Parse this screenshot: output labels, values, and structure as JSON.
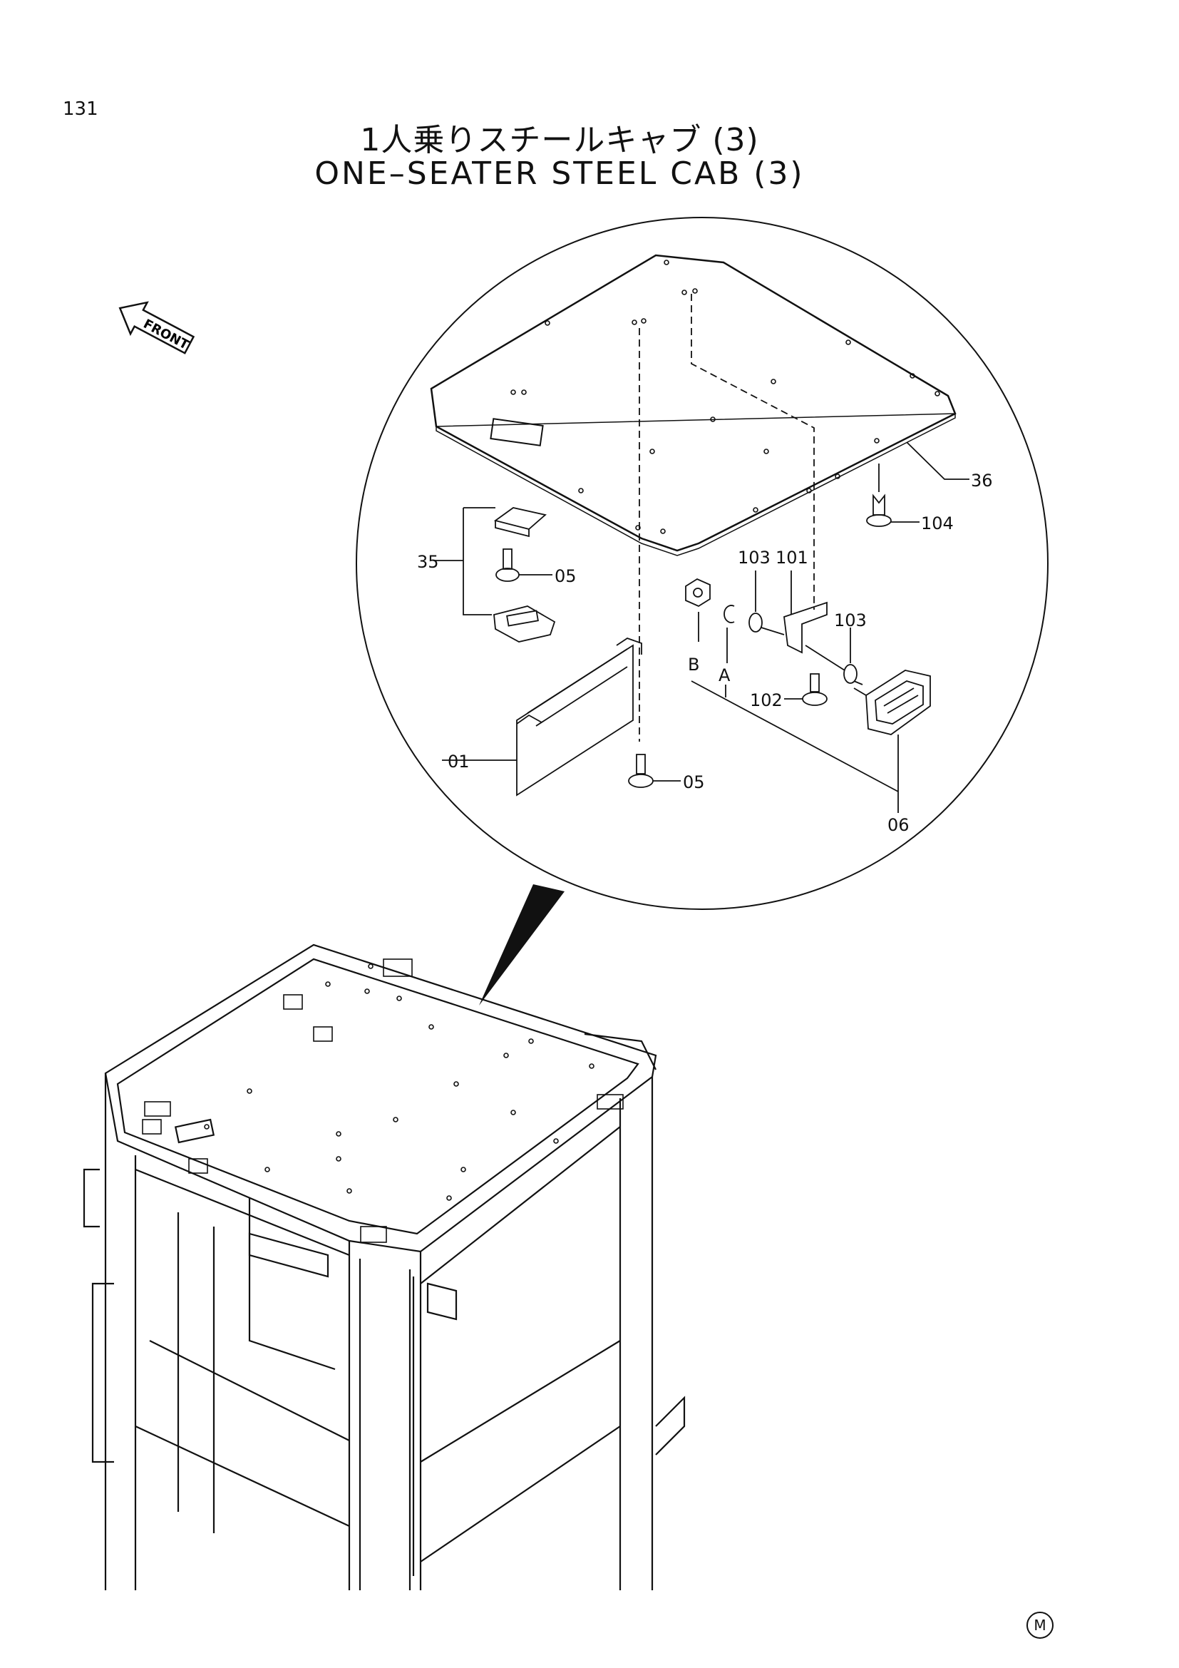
{
  "page_number": "131",
  "title_jp": "1人乗りスチールキャブ (3)",
  "title_en": "ONE–SEATER  STEEL  CAB  (3)",
  "front_label": "FRONT",
  "mark": "M",
  "callouts": {
    "p36": "36",
    "p104": "104",
    "p103a": "103",
    "p101": "101",
    "p103b": "103",
    "p35": "35",
    "p05a": "05",
    "p05b": "05",
    "pB": "B",
    "pA": "A",
    "p102": "102",
    "p01": "01",
    "p06": "06"
  }
}
